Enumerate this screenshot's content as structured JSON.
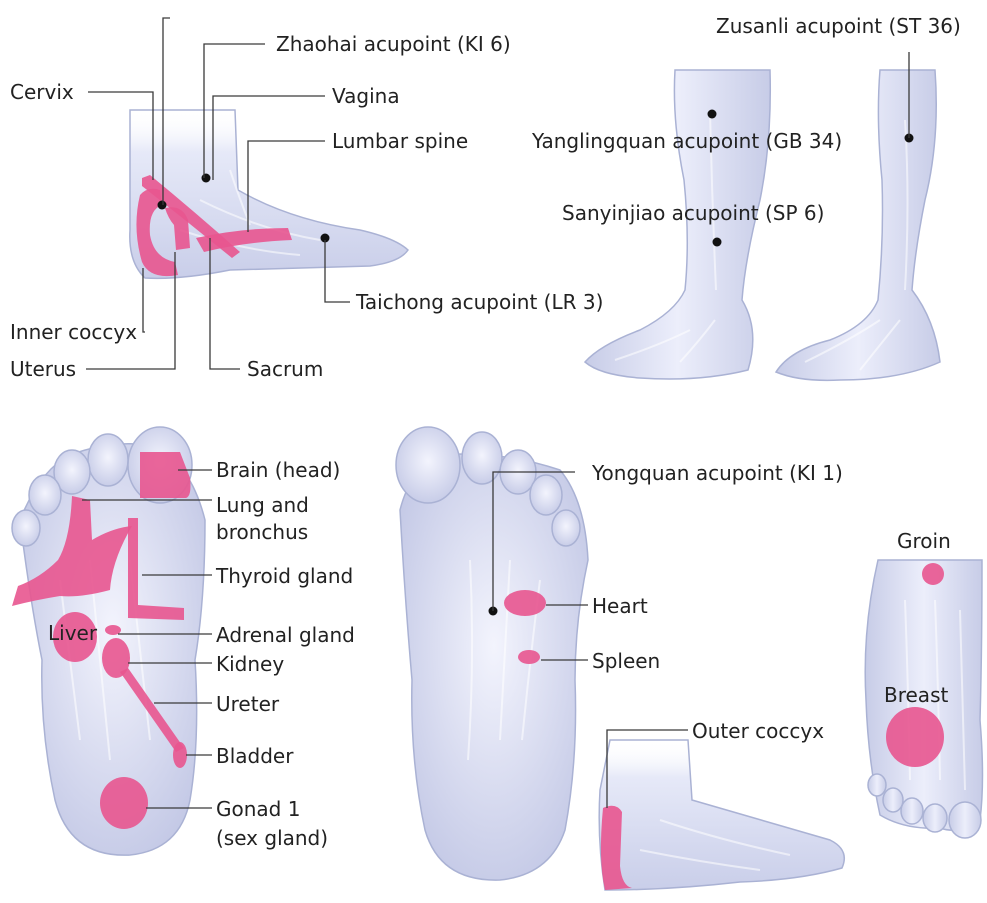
{
  "colors": {
    "skin_light": "#eef0fb",
    "skin_dark": "#c6cbe6",
    "zone": "#e8558f",
    "text": "#222222"
  },
  "labels": {
    "cervix": "Cervix",
    "zhaohai": "Zhaohai  acupoint (KI 6)",
    "vagina": "Vagina",
    "lumbar_spine": "Lumbar spine",
    "taichong": "Taichong acupoint (LR 3)",
    "inner_coccyx": "Inner coccyx",
    "uterus": "Uterus",
    "sacrum": "Sacrum",
    "zusanli": "Zusanli acupoint (ST 36)",
    "yanglingquan": "Yanglingquan acupoint (GB 34)",
    "sanyinjiao": "Sanyinjiao acupoint (SP 6)",
    "brain": "Brain (head)",
    "lung_line1": "Lung and",
    "lung_line2": "bronchus",
    "thyroid": "Thyroid gland",
    "liver": "Liver",
    "adrenal": "Adrenal gland",
    "kidney": "Kidney",
    "ureter": "Ureter",
    "bladder": "Bladder",
    "gonad_line1": "Gonad 1",
    "gonad_line2": "(sex  gland)",
    "yongquan": "Yongquan acupoint (KI 1)",
    "heart": "Heart",
    "spleen": "Spleen",
    "outer_coccyx": "Outer coccyx",
    "groin": "Groin",
    "breast": "Breast"
  }
}
